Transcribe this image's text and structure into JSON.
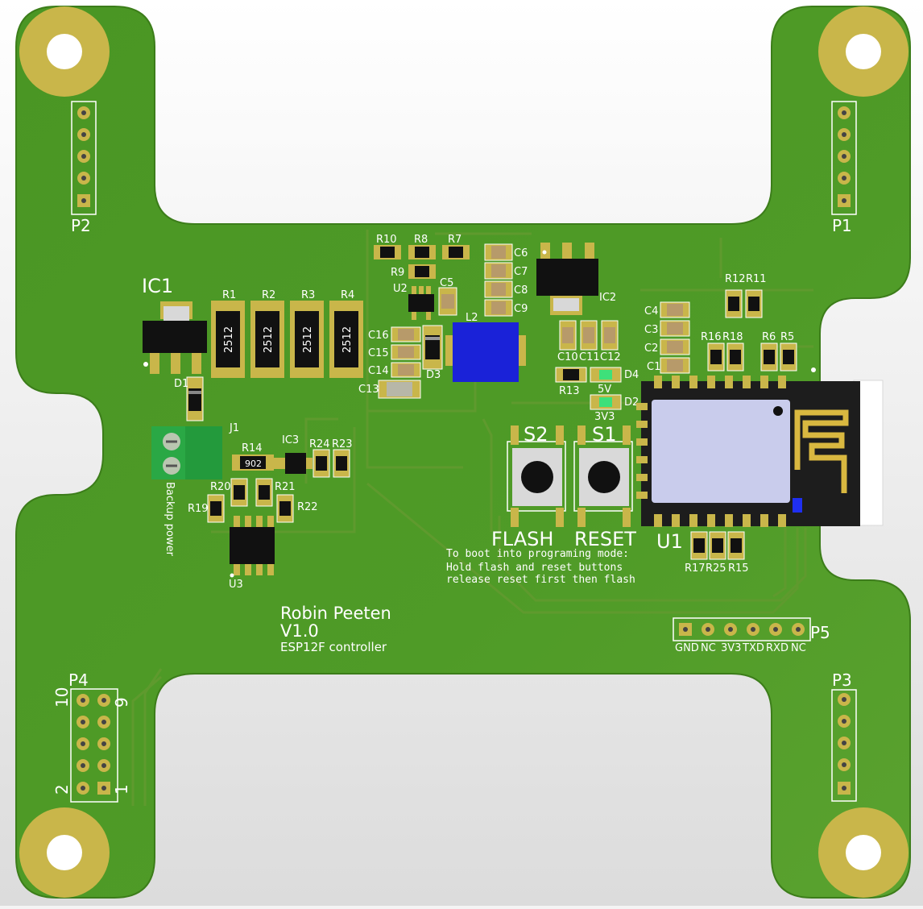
{
  "board": {
    "colors": {
      "soldermask": "#4f9a26",
      "soldermask_dark": "#3f8a1c",
      "silkscreen": "#ffffff",
      "pad_gold": "#c9b64a",
      "esp_shield": "#c9ccec",
      "esp_pcb": "#1d1d1d",
      "inductor": "#1a22d8",
      "terminal": "#2aa845",
      "led": "#3ee07a"
    },
    "connectors": {
      "p1": "P1",
      "p2": "P2",
      "p3": "P3",
      "p4": "P4",
      "p5": "P5",
      "p4_pin_10": "10",
      "p4_pin_9": "9",
      "p4_pin_2": "2",
      "p4_pin_1": "1",
      "p5_pins": [
        "GND",
        "NC",
        "3V3",
        "TXD",
        "RXD",
        "NC"
      ]
    },
    "components": {
      "ic1": "IC1",
      "ic2": "IC2",
      "ic3": "IC3",
      "u1": "U1",
      "u2": "U2",
      "u3": "U3",
      "l2": "L2",
      "j1": "J1",
      "d1": "D1",
      "d2": "D2",
      "d3": "D3",
      "d4": "D4",
      "s1": "S1",
      "s2": "S2",
      "r1": "R1",
      "r2": "R2",
      "r3": "R3",
      "r4": "R4",
      "r5": "R5",
      "r6": "R6",
      "r7": "R7",
      "r8": "R8",
      "r9": "R9",
      "r10": "R10",
      "r11": "R11",
      "r12": "R12",
      "r13": "R13",
      "r14": "R14",
      "r15": "R15",
      "r16": "R16",
      "r17": "R17",
      "r18": "R18",
      "r19": "R19",
      "r20": "R20",
      "r21": "R21",
      "r22": "R22",
      "r23": "R23",
      "r24": "R24",
      "r25": "R25",
      "c1": "C1",
      "c2": "C2",
      "c3": "C3",
      "c4": "C4",
      "c5": "C5",
      "c6": "C6",
      "c7": "C7",
      "c8": "C8",
      "c9": "C9",
      "c10": "C10",
      "c11": "C11",
      "c12": "C12",
      "c13": "C13",
      "c14": "C14",
      "c15": "C15",
      "c16": "C16",
      "resistor_marking": "2512",
      "r14_marking": "902"
    },
    "labels": {
      "backup_power": "Backup power",
      "five_volt": "5V",
      "three_v_three": "3V3",
      "flash": "FLASH",
      "reset": "RESET",
      "note_line1": "To boot into programing mode:",
      "note_line2": "Hold flash and reset buttons",
      "note_line3": "release reset first then flash",
      "author": "Robin Peeten",
      "version": "V1.0",
      "project": "ESP12F controller"
    }
  }
}
